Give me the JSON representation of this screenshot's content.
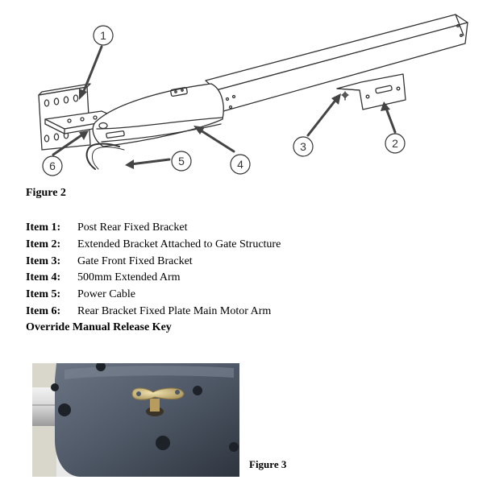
{
  "figure2": {
    "caption": "Figure 2",
    "callouts": [
      "1",
      "2",
      "3",
      "4",
      "5",
      "6"
    ]
  },
  "items": [
    {
      "key": "Item 1:",
      "desc": "Post Rear Fixed Bracket"
    },
    {
      "key": "Item 2:",
      "desc": "Extended Bracket Attached to Gate Structure"
    },
    {
      "key": "Item 3:",
      "desc": "Gate Front Fixed Bracket"
    },
    {
      "key": "Item 4:",
      "desc": "500mm Extended Arm"
    },
    {
      "key": "Item 5:",
      "desc": "Power Cable"
    },
    {
      "key": "Item 6:",
      "desc": "Rear Bracket Fixed Plate Main Motor Arm"
    }
  ],
  "override_heading": "Override Manual Release Key",
  "figure3": {
    "caption": "Figure 3"
  }
}
